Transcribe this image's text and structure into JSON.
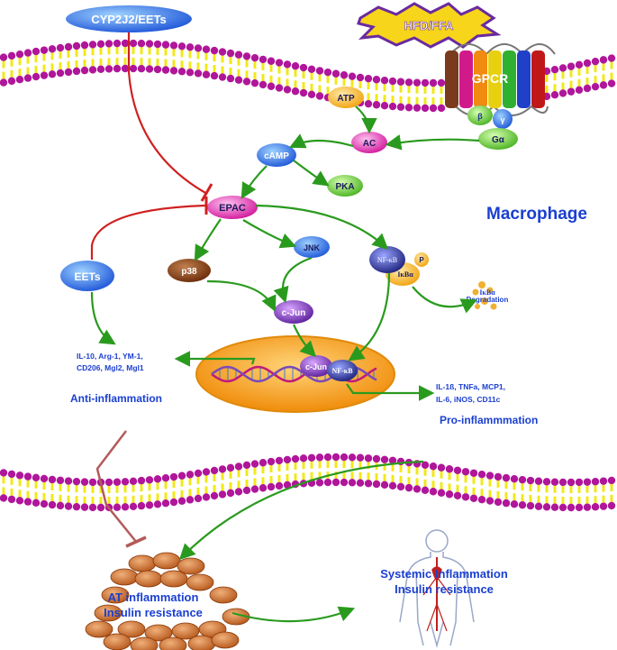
{
  "title": "Macrophage",
  "nodes": {
    "cyp": "CYP2J2/EETs",
    "hfd": "HFD/FFA",
    "gpcr": "GPCR",
    "beta": "β",
    "gamma": "γ",
    "galpha": "Gα",
    "atp": "ATP",
    "ac": "AC",
    "camp": "cAMP",
    "pka": "PKA",
    "epac": "EPAC",
    "eets": "EETs",
    "p38": "p38",
    "jnk": "JNK",
    "cjun": "c-Jun",
    "nfkb": "NF-κB",
    "ikba": "IκBα",
    "p": "P",
    "ikba_deg_1": "IκBα",
    "ikba_deg_2": "Degradation",
    "nucleus_cjun": "c-Jun",
    "nucleus_nfkb": "NF-κB"
  },
  "anti": {
    "genes_1": "IL-10, Arg-1, YM-1,",
    "genes_2": "CD206, Mgl2, Mgl1",
    "label": "Anti-inflammation"
  },
  "pro": {
    "genes_1": "IL-1ß, TNFa, MCP1,",
    "genes_2": "IL-6, iNOS, CD11c",
    "label": "Pro-inflammmation"
  },
  "outcomes": {
    "at_1": "AT inflammation",
    "at_2": "Insulin resistance",
    "sys_1": "Systemic Inflammation",
    "sys_2": "Insulin resistance"
  },
  "colors": {
    "activate_arrow": "#2a9a1e",
    "inhibit_arrow": "#d02020",
    "text_blue": "#1a3fd0",
    "membrane_head": "#b0169a",
    "membrane_tail": "#f2e81a",
    "nucleus": "#f7a31c"
  }
}
